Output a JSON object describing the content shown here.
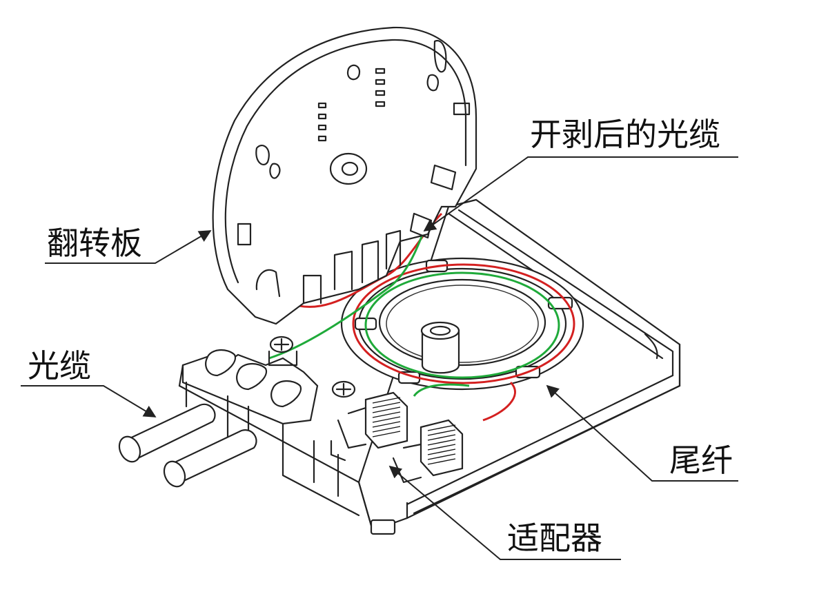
{
  "labels": {
    "flip_plate": "翻转板",
    "stripped_cable": "开剥后的光缆",
    "optical_cable": "光缆",
    "pigtail": "尾纤",
    "adapter": "适配器"
  },
  "colors": {
    "line": "#222222",
    "fiber_red": "#d42020",
    "fiber_green": "#1faa3a",
    "background": "#ffffff"
  }
}
